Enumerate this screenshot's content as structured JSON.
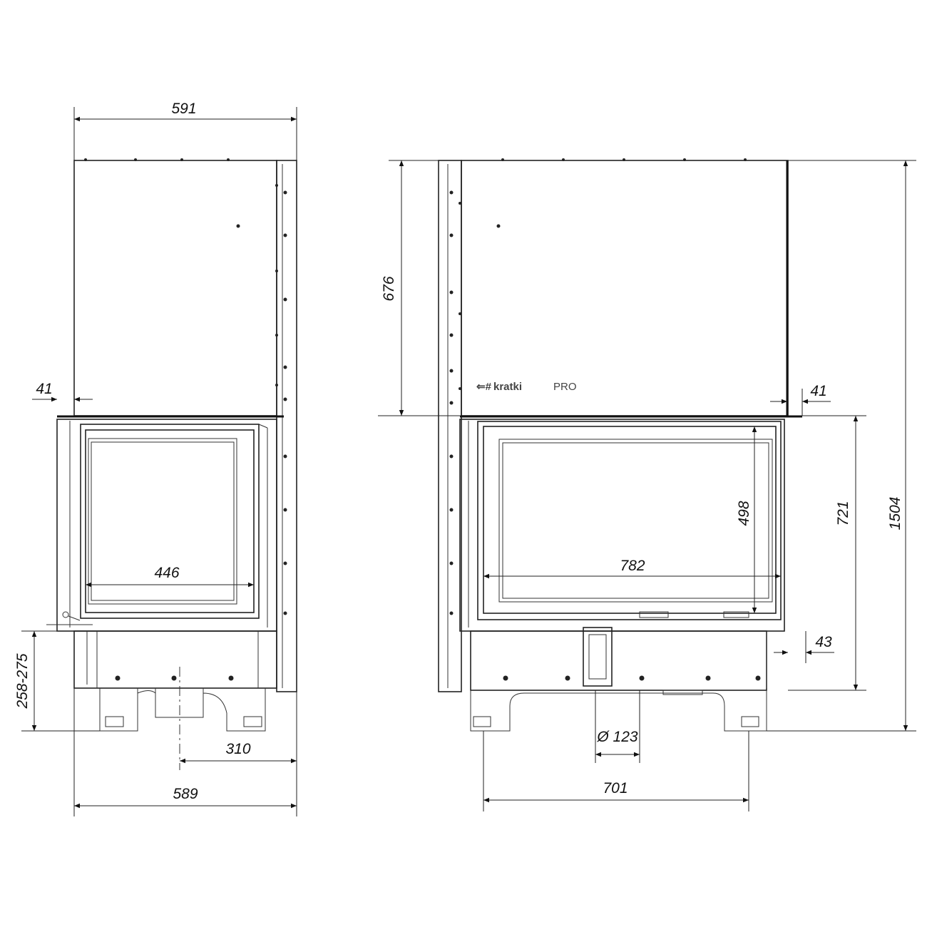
{
  "drawing": {
    "logo": {
      "brand": "kratki",
      "suffix": "PRO"
    },
    "left_view": {
      "dimensions": {
        "top_width": "591",
        "flange": "41",
        "glass_width": "446",
        "base_height": "258-275",
        "flue_offset": "310",
        "bottom_width": "589"
      }
    },
    "right_view": {
      "dimensions": {
        "upper_height": "676",
        "flange": "41",
        "glass_height": "498",
        "glass_width": "782",
        "lower_height": "721",
        "total_height": "1504",
        "side_offset": "43",
        "flue_diameter": "Ø 123",
        "leg_spacing": "701"
      }
    }
  }
}
